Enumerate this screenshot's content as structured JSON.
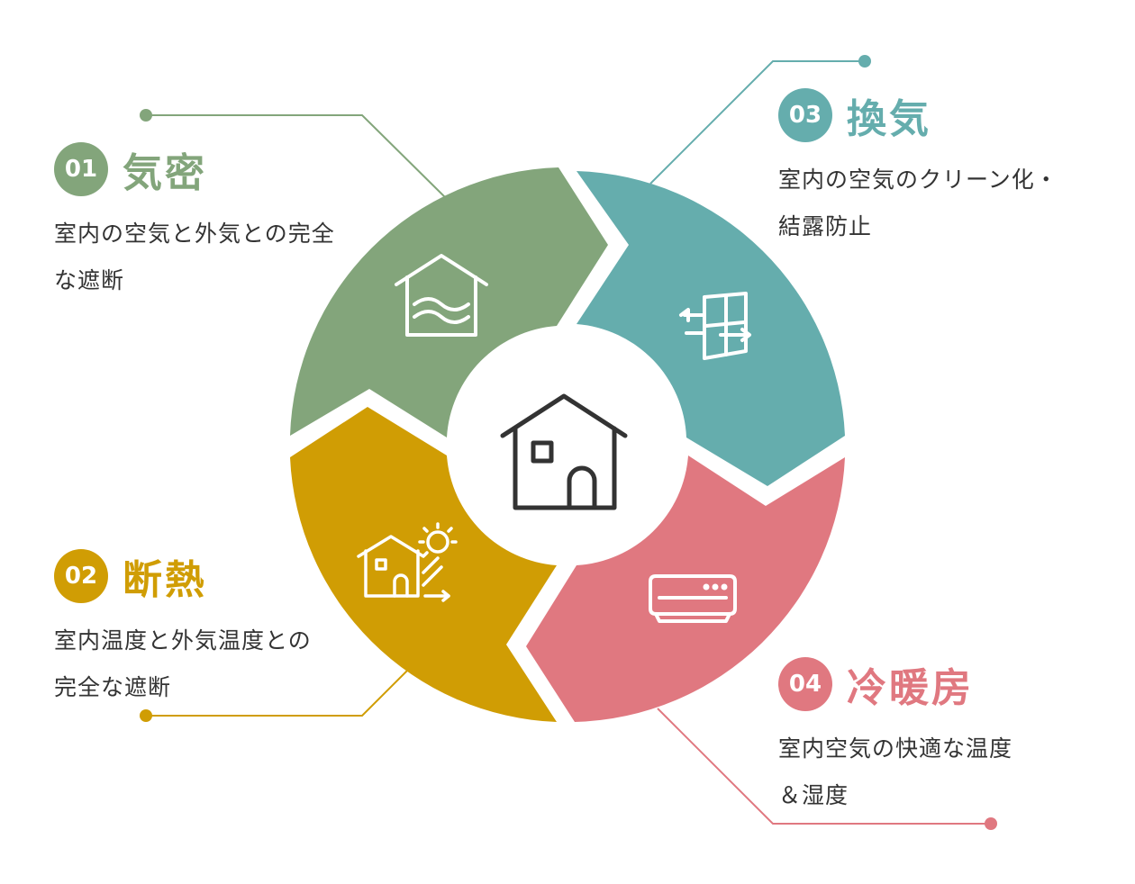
{
  "colors": {
    "green": "#83a57b",
    "teal": "#65adad",
    "yellow": "#d09d04",
    "pink": "#e07880",
    "icon_dark": "#333333",
    "text": "#333333"
  },
  "items": [
    {
      "number": "01",
      "title": "気密",
      "desc": [
        "室内の空気と外気との完全",
        "な遮断"
      ],
      "color": "#83a57b",
      "icon": "house-wind-icon"
    },
    {
      "number": "02",
      "title": "断熱",
      "desc": [
        "室内温度と外気温度との",
        "完全な遮断"
      ],
      "color": "#d09d04",
      "icon": "house-sun-icon"
    },
    {
      "number": "03",
      "title": "換気",
      "desc": [
        "室内の空気のクリーン化・",
        "結露防止"
      ],
      "color": "#65adad",
      "icon": "window-airflow-icon"
    },
    {
      "number": "04",
      "title": "冷暖房",
      "desc": [
        "室内空気の快適な温度",
        "＆湿度"
      ],
      "color": "#e07880",
      "icon": "air-conditioner-icon"
    }
  ],
  "center_icon": "house-icon"
}
